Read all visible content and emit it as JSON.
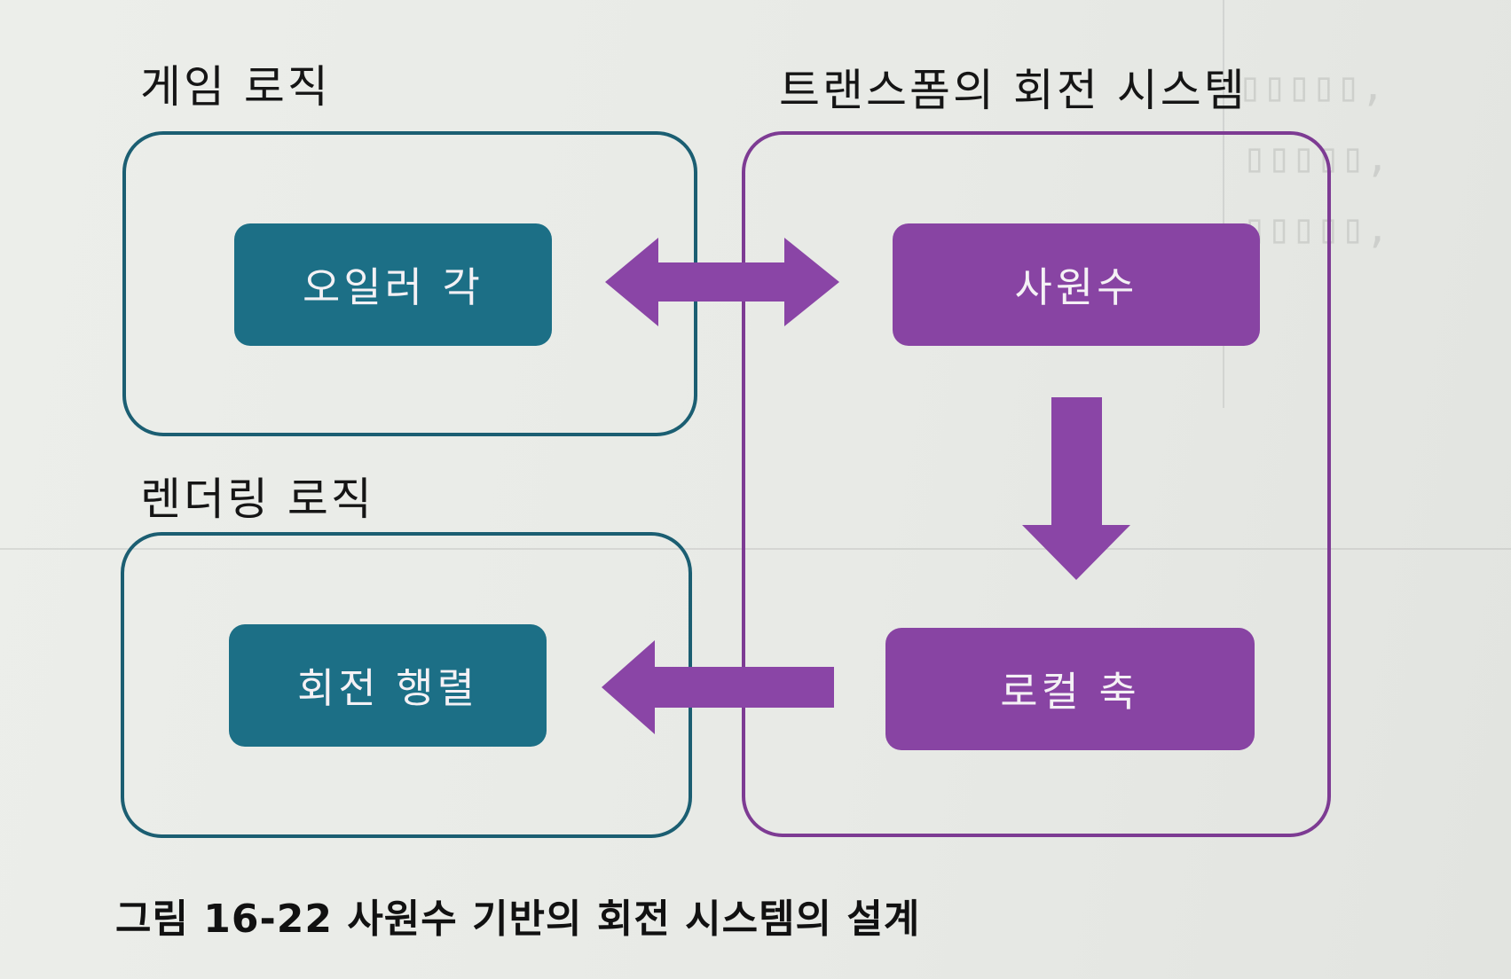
{
  "groups": {
    "game_logic": "게임 로직",
    "transform_rotation": "트랜스폼의 회전 시스템",
    "rendering_logic": "렌더링 로직"
  },
  "nodes": {
    "euler_angles": "오일러 각",
    "quaternion": "사원수",
    "local_axes": "로컬 축",
    "rotation_matrix": "회전 행렬"
  },
  "caption": "그림 16-22 사원수 기반의 회전 시스템의 설계",
  "colors": {
    "teal_border": "#1b5e72",
    "teal_fill": "#1c6f86",
    "purple_border": "#7d3b93",
    "purple_fill": "#8844a3",
    "arrow": "#8a45a6"
  }
}
